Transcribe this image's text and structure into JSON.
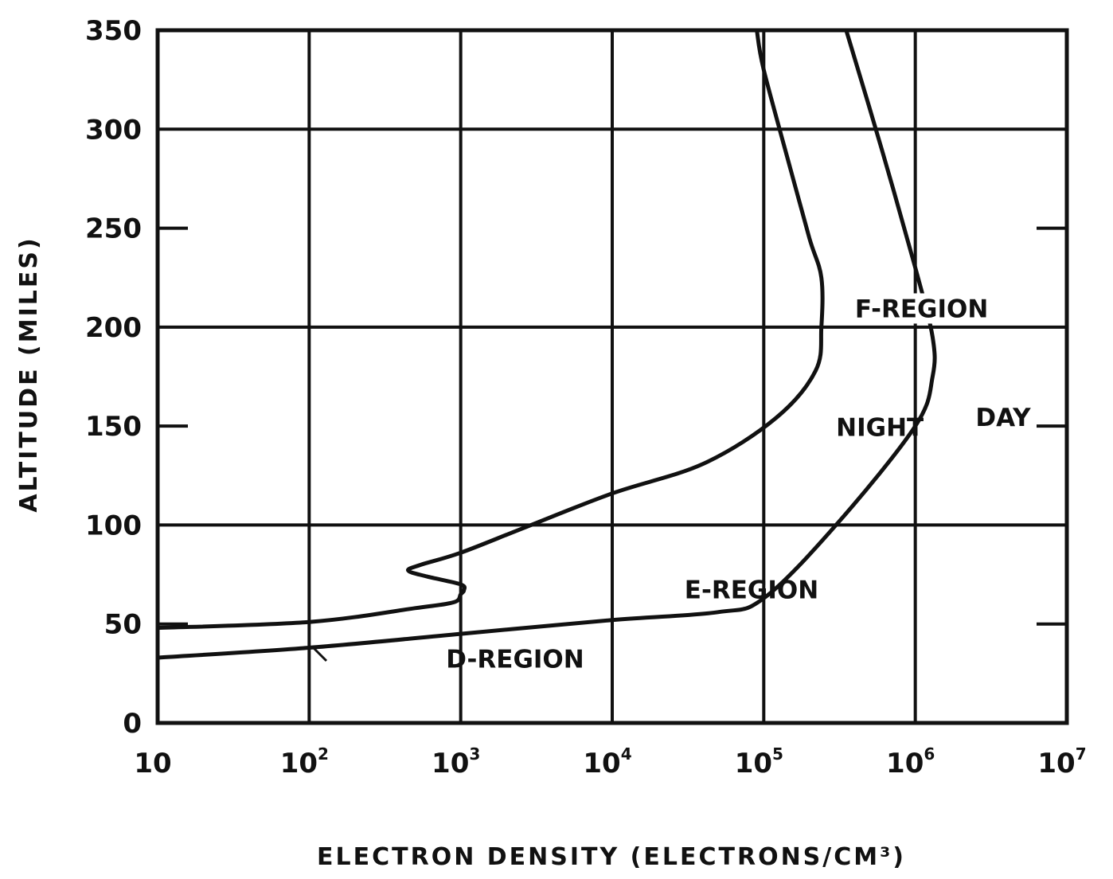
{
  "chart_data": {
    "type": "line",
    "title": "",
    "xlabel": "ELECTRON DENSITY (ELECTRONS/CM³)",
    "ylabel": "ALTITUDE (MILES)",
    "x_scale": "log",
    "xlim": [
      10,
      10000000
    ],
    "ylim": [
      0,
      350
    ],
    "grid": true,
    "x_ticks": [
      {
        "base": "10",
        "exp": ""
      },
      {
        "base": "10",
        "exp": "2"
      },
      {
        "base": "10",
        "exp": "3"
      },
      {
        "base": "10",
        "exp": "4"
      },
      {
        "base": "10",
        "exp": "5"
      },
      {
        "base": "10",
        "exp": "6"
      },
      {
        "base": "10",
        "exp": "7"
      }
    ],
    "y_ticks": [
      "0",
      "50",
      "100",
      "150",
      "200",
      "250",
      "300",
      "350"
    ],
    "series": [
      {
        "name": "NIGHT",
        "points": [
          [
            10,
            48
          ],
          [
            100,
            51
          ],
          [
            500,
            58
          ],
          [
            900,
            61
          ],
          [
            1000,
            65
          ],
          [
            1050,
            67
          ],
          [
            1000,
            70
          ],
          [
            600,
            74
          ],
          [
            450,
            77
          ],
          [
            550,
            80
          ],
          [
            1000,
            86
          ],
          [
            2700,
            99
          ],
          [
            10000,
            116
          ],
          [
            40000,
            131
          ],
          [
            120000,
            154
          ],
          [
            220000,
            178
          ],
          [
            240000,
            200
          ],
          [
            240000,
            225
          ],
          [
            200000,
            245
          ],
          [
            150000,
            280
          ],
          [
            100000,
            330
          ],
          [
            90000,
            350
          ]
        ]
      },
      {
        "name": "DAY",
        "points": [
          [
            10,
            33
          ],
          [
            100,
            38
          ],
          [
            1000,
            45
          ],
          [
            10000,
            52
          ],
          [
            50000,
            56
          ],
          [
            100000,
            63
          ],
          [
            300000,
            100
          ],
          [
            1000000,
            150
          ],
          [
            1300000,
            175
          ],
          [
            1300000,
            195
          ],
          [
            1000000,
            230
          ],
          [
            600000,
            290
          ],
          [
            350000,
            350
          ]
        ]
      }
    ],
    "annotations": [
      {
        "text": "F-REGION",
        "x": 400000,
        "y": 205
      },
      {
        "text": "NIGHT",
        "x": 300000,
        "y": 145
      },
      {
        "text": "DAY",
        "x": 2500000,
        "y": 150
      },
      {
        "text": "E-REGION",
        "x": 30000,
        "y": 63
      },
      {
        "text": "D-REGION",
        "x": 800,
        "y": 28
      }
    ]
  }
}
